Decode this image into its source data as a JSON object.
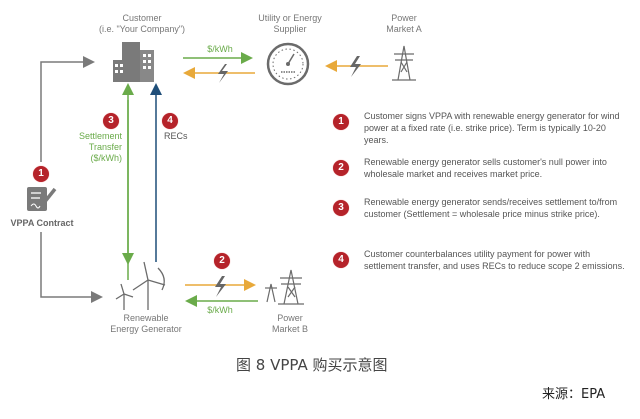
{
  "diagram": {
    "nodes": {
      "customer": {
        "title": "Customer",
        "subtitle": "(i.e. \"Your Company\")"
      },
      "utility": {
        "title": "Utility or Energy",
        "subtitle": "Supplier"
      },
      "market_a": {
        "title": "Power",
        "subtitle": "Market A"
      },
      "contract": {
        "title": "VPPA Contract"
      },
      "generator": {
        "title": "Renewable",
        "subtitle": "Energy Generator"
      },
      "market_b": {
        "title": "Power",
        "subtitle": "Market B"
      }
    },
    "flows": {
      "top_payment": "$/kWh",
      "bottom_payment": "$/kWh",
      "settlement": [
        "Settlement",
        "Transfer",
        "($/kWh)"
      ],
      "recs": "RECs"
    },
    "badges": [
      "1",
      "2",
      "3",
      "4"
    ],
    "steps": [
      {
        "num": "1",
        "text": "Customer signs VPPA with renewable energy generator for wind power at a fixed rate (i.e. strike price). Term is typically 10-20 years."
      },
      {
        "num": "2",
        "text": "Renewable energy generator sells customer's null power into wholesale market  and receives market price."
      },
      {
        "num": "3",
        "text": "Renewable energy generator sends/receives settlement to/from customer (Settlement = wholesale price minus strike price)."
      },
      {
        "num": "4",
        "text": "Customer counterbalances utility payment for power with settlement transfer, and uses RECs to reduce scope 2 emissions."
      }
    ],
    "colors": {
      "green": "#6aab4a",
      "orange": "#e8a93a",
      "navy": "#1f4e79",
      "gray": "#7a7a7a",
      "badge": "#b5232a"
    }
  },
  "caption": "图 8 VPPA 购买示意图",
  "source": "来源：EPA"
}
